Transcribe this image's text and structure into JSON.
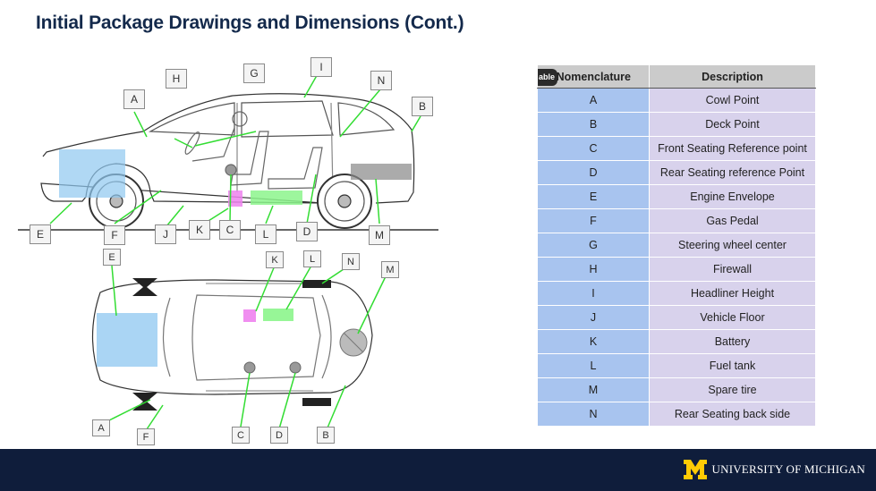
{
  "slide": {
    "title": "Initial Package Drawings and Dimensions (Cont.)"
  },
  "side_view_callouts": [
    "H",
    "G",
    "I",
    "N",
    "A",
    "B",
    "E",
    "F",
    "J",
    "K",
    "C",
    "L",
    "D",
    "M"
  ],
  "top_view_callouts": [
    "E",
    "K",
    "L",
    "N",
    "M",
    "A",
    "F",
    "C",
    "D",
    "B"
  ],
  "table": {
    "tag": "able",
    "headers": [
      "Nomenclature",
      "Description"
    ],
    "rows": [
      {
        "code": "A",
        "description": "Cowl Point"
      },
      {
        "code": "B",
        "description": "Deck Point"
      },
      {
        "code": "C",
        "description": "Front Seating Reference point"
      },
      {
        "code": "D",
        "description": "Rear Seating reference Point"
      },
      {
        "code": "E",
        "description": "Engine Envelope"
      },
      {
        "code": "F",
        "description": "Gas Pedal"
      },
      {
        "code": "G",
        "description": "Steering wheel center"
      },
      {
        "code": "H",
        "description": "Firewall"
      },
      {
        "code": "I",
        "description": "Headliner Height"
      },
      {
        "code": "J",
        "description": "Vehicle Floor"
      },
      {
        "code": "K",
        "description": "Battery"
      },
      {
        "code": "L",
        "description": "Fuel tank"
      },
      {
        "code": "M",
        "description": "Spare tire"
      },
      {
        "code": "N",
        "description": "Rear Seating back side"
      }
    ]
  },
  "footer": {
    "logo_text": "UNIVERSITY OF MICHIGAN"
  },
  "colors": {
    "title": "#13294b",
    "footer_bg": "#0f1d3b",
    "maize": "#ffcb05",
    "code_cell": "#a8c4ef",
    "desc_cell": "#d8d2ec",
    "leader": "#33dd33"
  }
}
